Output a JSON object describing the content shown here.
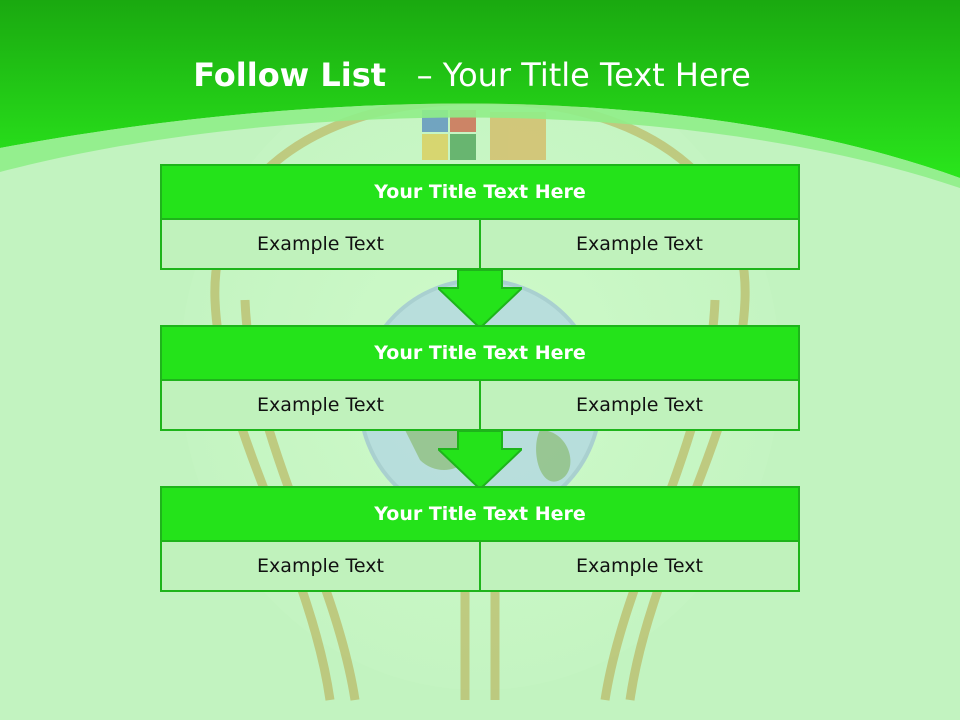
{
  "title": {
    "bold": "Follow List",
    "rest": "– Your Title Text Here"
  },
  "blocks": [
    {
      "title": "Your Title Text Here",
      "left": "Example Text",
      "right": "Example Text"
    },
    {
      "title": "Your Title Text Here",
      "left": "Example Text",
      "right": "Example Text"
    },
    {
      "title": "Your Title Text Here",
      "left": "Example Text",
      "right": "Example Text"
    }
  ],
  "colors": {
    "header_green": "#24e31a",
    "border_green": "#1eb41b",
    "background": "#c2f3c0",
    "cell_fill": "#c0f2bc"
  }
}
